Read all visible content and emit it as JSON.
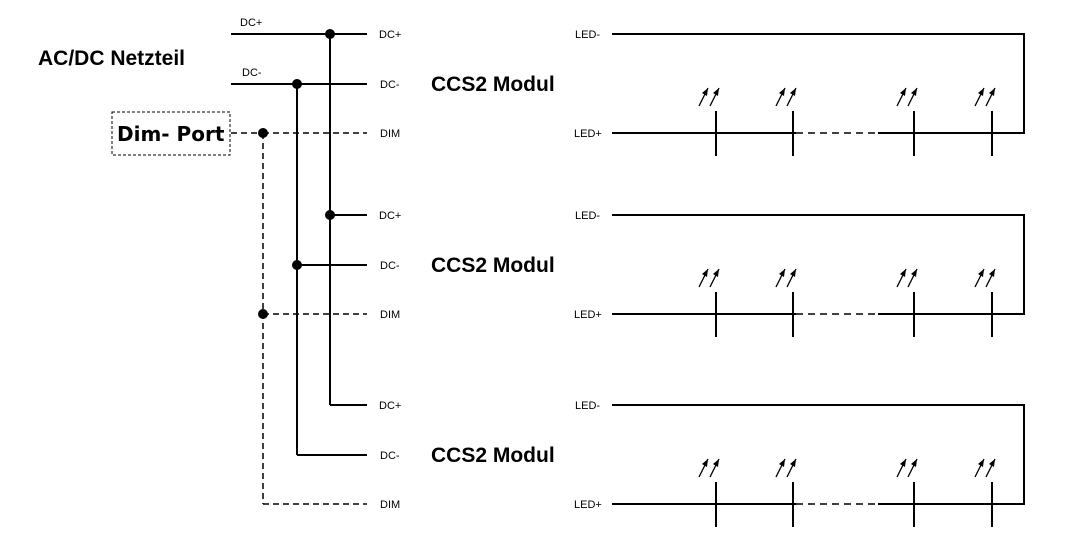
{
  "diagram": {
    "power_supply": {
      "title": "AC/DC Netzteil",
      "outputs": [
        "DC+",
        "DC-"
      ]
    },
    "dim_port": {
      "title": "Dim- Port"
    },
    "modules": [
      {
        "title": "CCS2 Modul",
        "inputs": [
          "DC+",
          "DC-",
          "DIM"
        ],
        "outputs": [
          "LED-",
          "LED+"
        ],
        "led_count_shown": 4
      },
      {
        "title": "CCS2 Modul",
        "inputs": [
          "DC+",
          "DC-",
          "DIM"
        ],
        "outputs": [
          "LED-",
          "LED+"
        ],
        "led_count_shown": 4
      },
      {
        "title": "CCS2 Modul",
        "inputs": [
          "DC+",
          "DC-",
          "DIM"
        ],
        "outputs": [
          "LED-",
          "LED+"
        ],
        "led_count_shown": 4
      }
    ]
  }
}
